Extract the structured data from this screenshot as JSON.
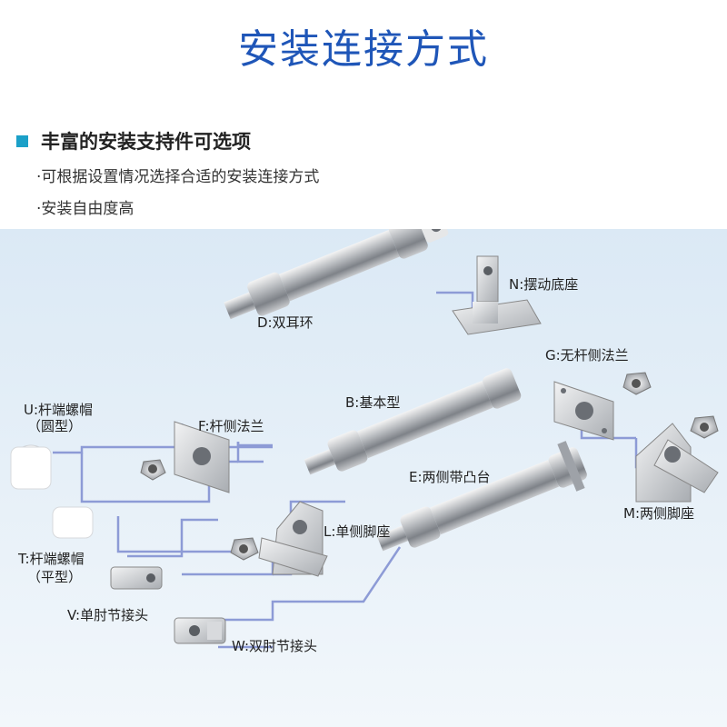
{
  "title": "安装连接方式",
  "features": {
    "heading": "丰富的安装支持件可选项",
    "bullets": [
      "·可根据设置情况选择合适的安装连接方式",
      "·安装自由度高"
    ]
  },
  "labels": {
    "n": "N:摆动底座",
    "d": "D:双耳环",
    "g": "G:无杆侧法兰",
    "u": "U:杆端螺帽",
    "u2": "（圆型）",
    "b": "B:基本型",
    "f": "F:杆侧法兰",
    "e": "E:两侧带凸台",
    "m": "M:两侧脚座",
    "l": "L:单侧脚座",
    "t": "T:杆端螺帽",
    "t2": "（平型）",
    "v": "V:单肘节接头",
    "w": "W:双肘节接头"
  },
  "colors": {
    "title": "#1f56b8",
    "accent": "#1ba0c8",
    "line": "#8d9bd6"
  }
}
